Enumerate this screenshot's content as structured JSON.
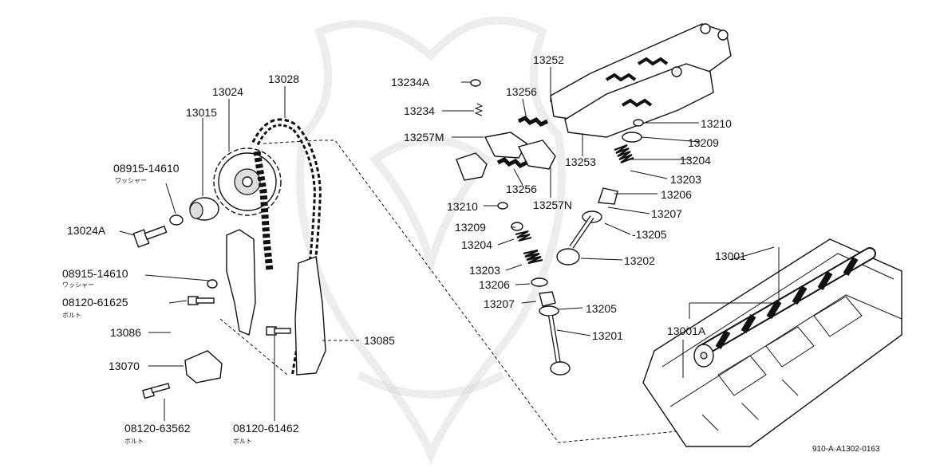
{
  "diagram": {
    "document_code": "910-A-A1302-0163",
    "labels": {
      "p13024": "13024",
      "p13028": "13028",
      "p13015": "13015",
      "p08915a": "08915-14610",
      "p08915a_sub": "ワッシャー",
      "p13024A": "13024A",
      "p08915b": "08915-14610",
      "p08915b_sub": "ワッシャー",
      "p08120a": "08120-61625",
      "p08120a_sub": "ボルト",
      "p13086": "13086",
      "p13070": "13070",
      "p08120b": "08120-63562",
      "p08120b_sub": "ボルト",
      "p08120c": "08120-61462",
      "p08120c_sub": "ボルト",
      "p13085": "13085",
      "p13234A": "13234A",
      "p13234": "13234",
      "p13257M": "13257M",
      "p13256a": "13256",
      "p13256b": "13256",
      "p13257N": "13257N",
      "p13252": "13252",
      "p13253": "13253",
      "p13210a": "13210",
      "p13209a": "13209",
      "p13204a": "13204",
      "p13203a": "13203",
      "p13206a": "13206",
      "p13207a": "13207",
      "p13205a": "-13205",
      "p13202": "13202",
      "p13210b": "13210",
      "p13209b": "13209",
      "p13204b": "13204",
      "p13203b": "13203",
      "p13206b": "13206",
      "p13207b": "13207",
      "p13205b": "13205",
      "p13201": "13201",
      "p13001": "13001",
      "p13001A": "13001A"
    }
  }
}
